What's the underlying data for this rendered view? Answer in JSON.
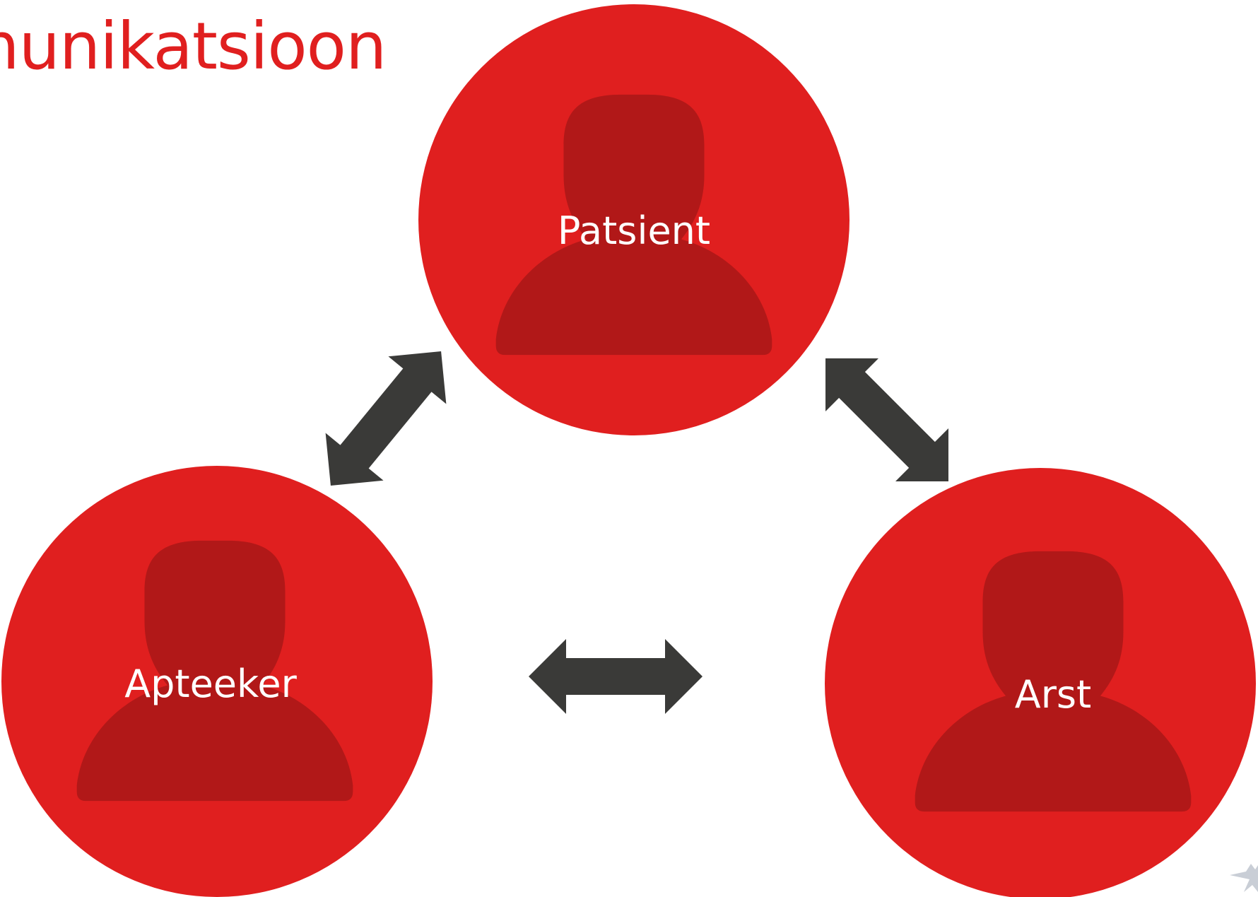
{
  "slide": {
    "title": "munikatsioon"
  },
  "nodes": [
    {
      "id": "patsient",
      "label": "Patsient",
      "icon": "person-silhouette-icon"
    },
    {
      "id": "apteeker",
      "label": "Apteeker",
      "icon": "person-silhouette-icon"
    },
    {
      "id": "arst",
      "label": "Arst",
      "icon": "person-silhouette-icon"
    }
  ],
  "edges": [
    {
      "from": "apteeker",
      "to": "patsient",
      "icon": "double-arrow-icon"
    },
    {
      "from": "patsient",
      "to": "arst",
      "icon": "double-arrow-icon"
    },
    {
      "from": "apteeker",
      "to": "arst",
      "icon": "double-arrow-icon"
    }
  ],
  "colors": {
    "title": "#e01f1f",
    "circle": "#e01f1f",
    "silhouette": "#b11818",
    "arrow": "#3a3a38",
    "label": "#ffffff",
    "logo": "#c9ced6"
  },
  "logo_icon": "star-logo-icon"
}
